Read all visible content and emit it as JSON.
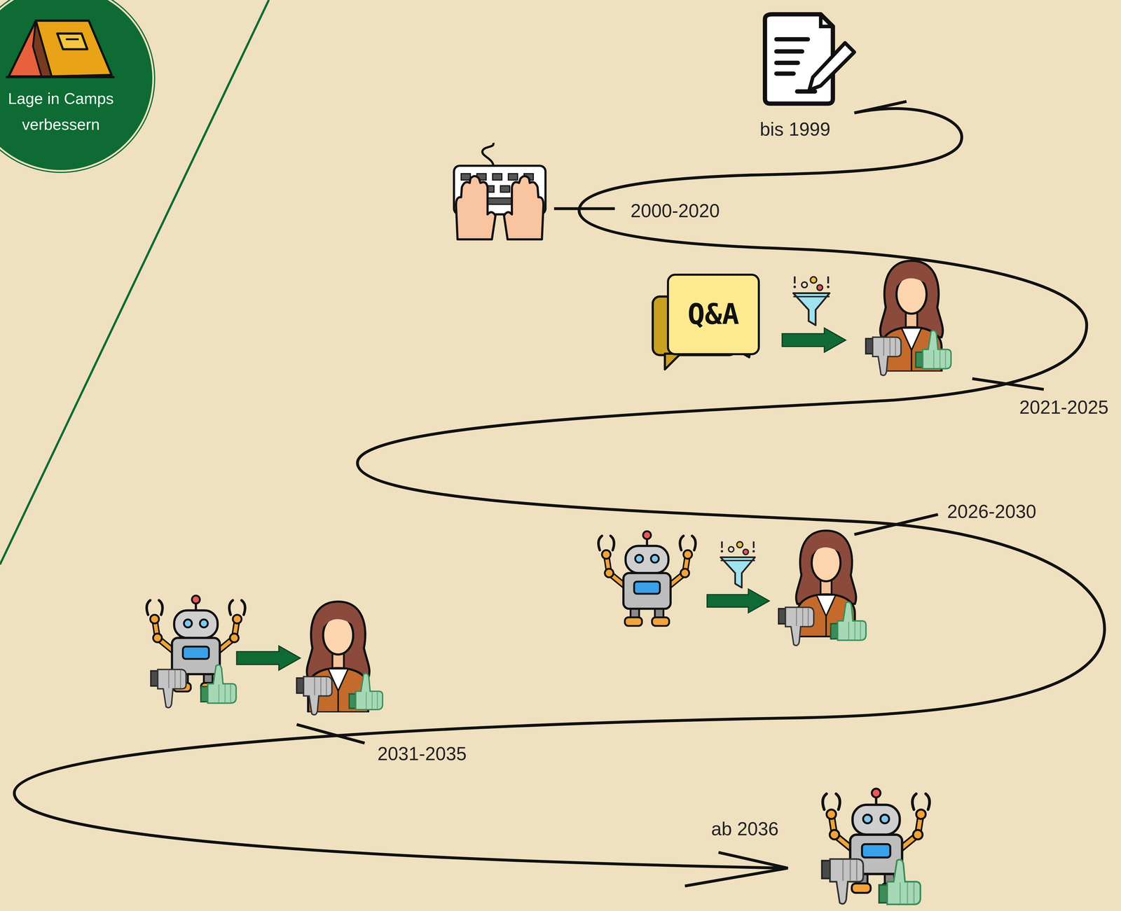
{
  "diagram": {
    "nodes": [
      {
        "text": [
          "Lage in Camps verbessern"
        ]
      },
      {
        "text": [
          "Q&A"
        ]
      }
    ],
    "labels": [
      "bis 1999",
      "2000-2020",
      "2021-2025",
      "2026-2030",
      "2031-2035",
      "ab 2036"
    ]
  }
}
